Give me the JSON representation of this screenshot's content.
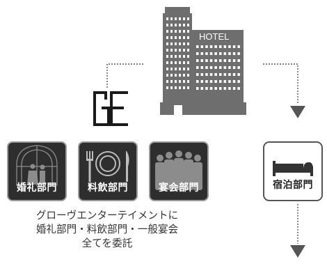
{
  "hotel_sign": "HOTEL",
  "logo_text": "GE",
  "departments": [
    {
      "label": "婚礼部門",
      "icon": "chapel-wedding-icon"
    },
    {
      "label": "料飲部門",
      "icon": "plate-cutlery-icon"
    },
    {
      "label": "宴会部門",
      "icon": "banquet-people-icon"
    }
  ],
  "accommodation": {
    "label": "宿泊部門",
    "icon": "bed-icon"
  },
  "caption": {
    "line1": "グローヴエンターテイメントに",
    "line2": "婚礼部門・料飲部門・一般宴会",
    "line3": "全てを委託"
  },
  "colors": {
    "dark_card": "#2e2e2e",
    "building": "#6e6e6e",
    "line": "#555555"
  }
}
